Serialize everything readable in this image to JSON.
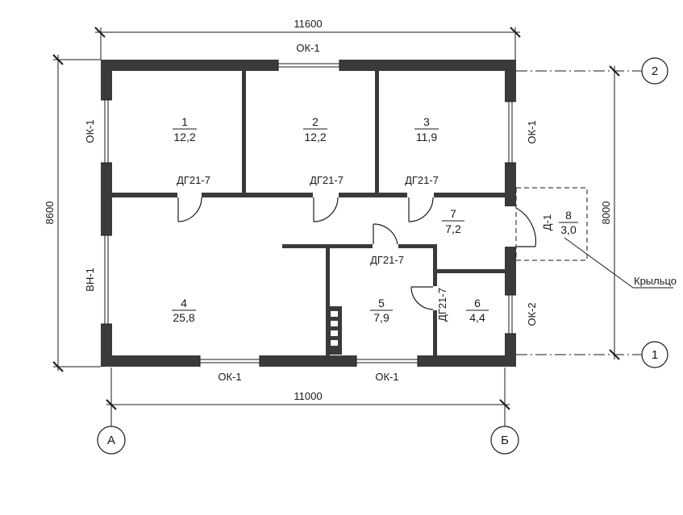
{
  "dimensions": {
    "top": "11600",
    "bottom": "11000",
    "left": "8600",
    "right": "8000"
  },
  "axes": {
    "a": "А",
    "b": "Б",
    "one": "1",
    "two": "2"
  },
  "rooms": [
    {
      "num": "1",
      "area": "12,2"
    },
    {
      "num": "2",
      "area": "12,2"
    },
    {
      "num": "3",
      "area": "11,9"
    },
    {
      "num": "4",
      "area": "25,8"
    },
    {
      "num": "5",
      "area": "7,9"
    },
    {
      "num": "6",
      "area": "4,4"
    },
    {
      "num": "7",
      "area": "7,2"
    },
    {
      "num": "8",
      "area": "3,0"
    }
  ],
  "windows": {
    "top": "ОК-1",
    "left_top": "ОК-1",
    "left_bottom": "ВН-1",
    "right_top": "ОК-1",
    "right_bottom": "ОК-2",
    "bottom_left": "ОК-1",
    "bottom_right": "ОК-1"
  },
  "doors": {
    "d1": "ДГ21-7",
    "d2": "ДГ21-7",
    "d3": "ДГ21-7",
    "d4": "ДГ21-7",
    "d5": "ДГ21-7",
    "entry": "Д-1"
  },
  "callout": "Крыльцо",
  "colors": {
    "wall": "#3a3a3a",
    "line": "#1a1a1a"
  }
}
